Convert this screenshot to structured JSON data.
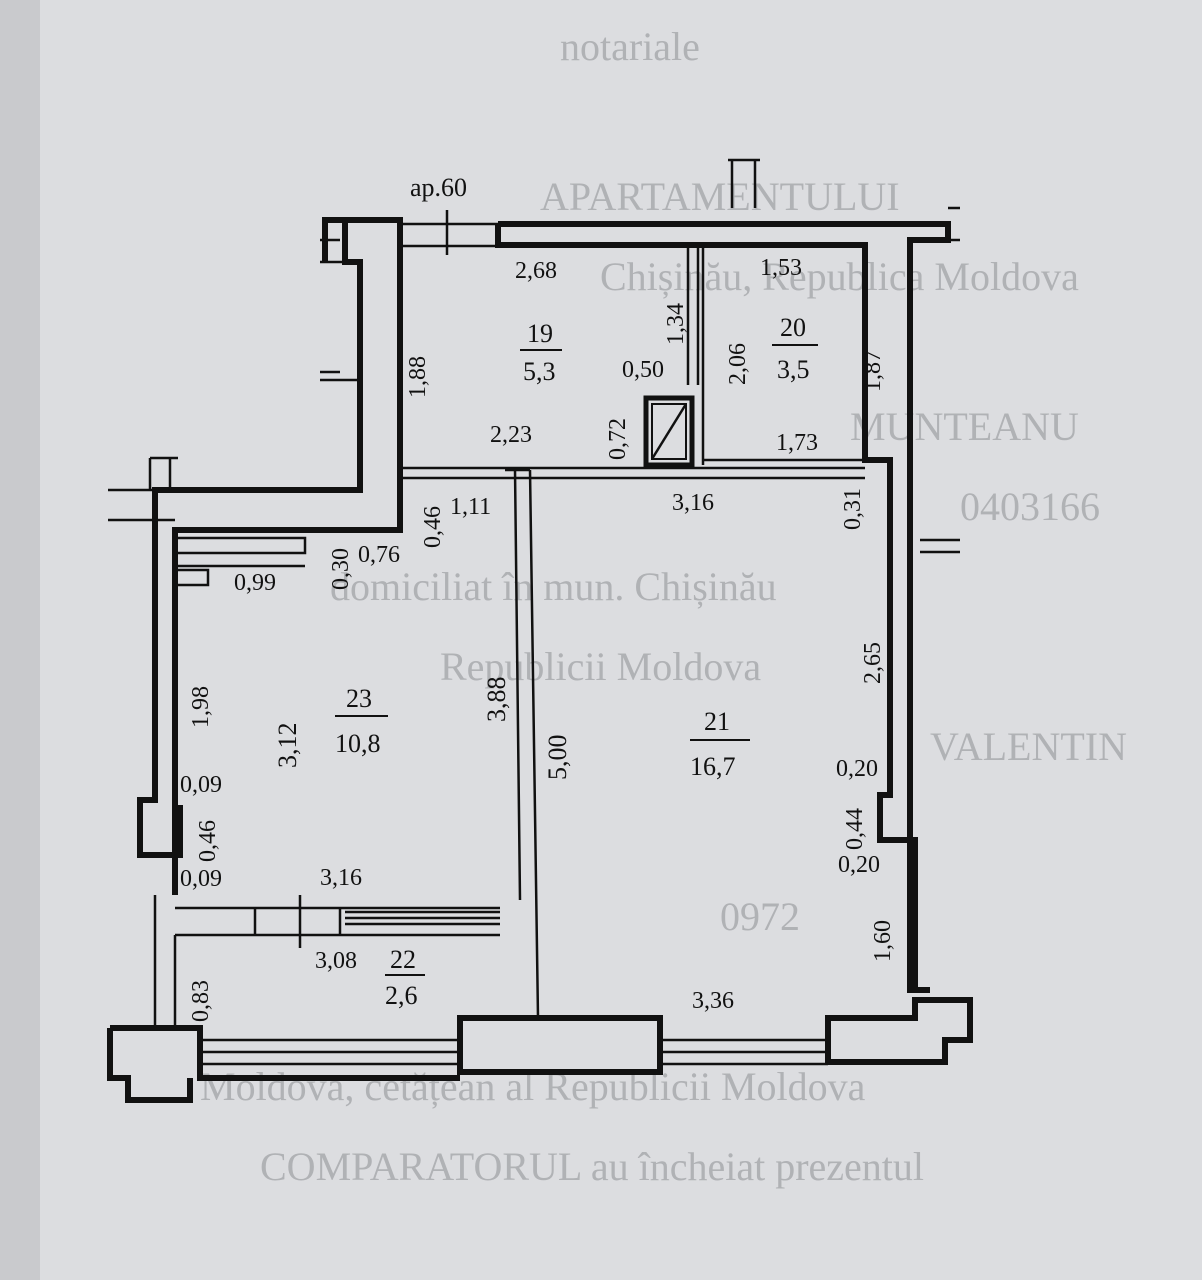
{
  "apartment_label": "ap.60",
  "rooms": [
    {
      "number": "19",
      "area": "5,3"
    },
    {
      "number": "20",
      "area": "3,5"
    },
    {
      "number": "21",
      "area": "16,7"
    },
    {
      "number": "22",
      "area": "2,6"
    },
    {
      "number": "23",
      "area": "10,8"
    }
  ],
  "dimensions": {
    "d_268": "2,68",
    "d_153": "1,53",
    "d_134": "1,34",
    "d_206": "2,06",
    "d_187": "1,87",
    "d_188": "1,88",
    "d_050": "0,50",
    "d_072": "0,72",
    "d_223": "2,23",
    "d_173": "1,73",
    "d_046_top": "0,46",
    "d_111": "1,11",
    "d_316_top": "3,16",
    "d_031": "0,31",
    "d_030": "0,30",
    "d_076": "0,76",
    "d_099": "0,99",
    "d_198": "1,98",
    "d_312": "3,12",
    "d_388": "3,88",
    "d_500": "5,00",
    "d_265": "2,65",
    "d_020_a": "0,20",
    "d_044": "0,44",
    "d_020_b": "0,20",
    "d_009_a": "0,09",
    "d_046_left": "0,46",
    "d_009_b": "0,09",
    "d_316_bottom": "3,16",
    "d_308": "3,08",
    "d_083": "0,83",
    "d_160": "1,60",
    "d_336": "3,36"
  },
  "background_text": [
    "notariale",
    "APARTAMENTULUI",
    "Chișinău, Republica Moldova",
    "MUNTEANU",
    "0403166",
    "domiciliat în mun. Chișinău",
    "Republicii Moldova",
    "VALENTIN",
    "0972",
    "Moldova, cetățean al Republicii Moldova",
    "COMPARATORUL au încheiat prezentul"
  ]
}
